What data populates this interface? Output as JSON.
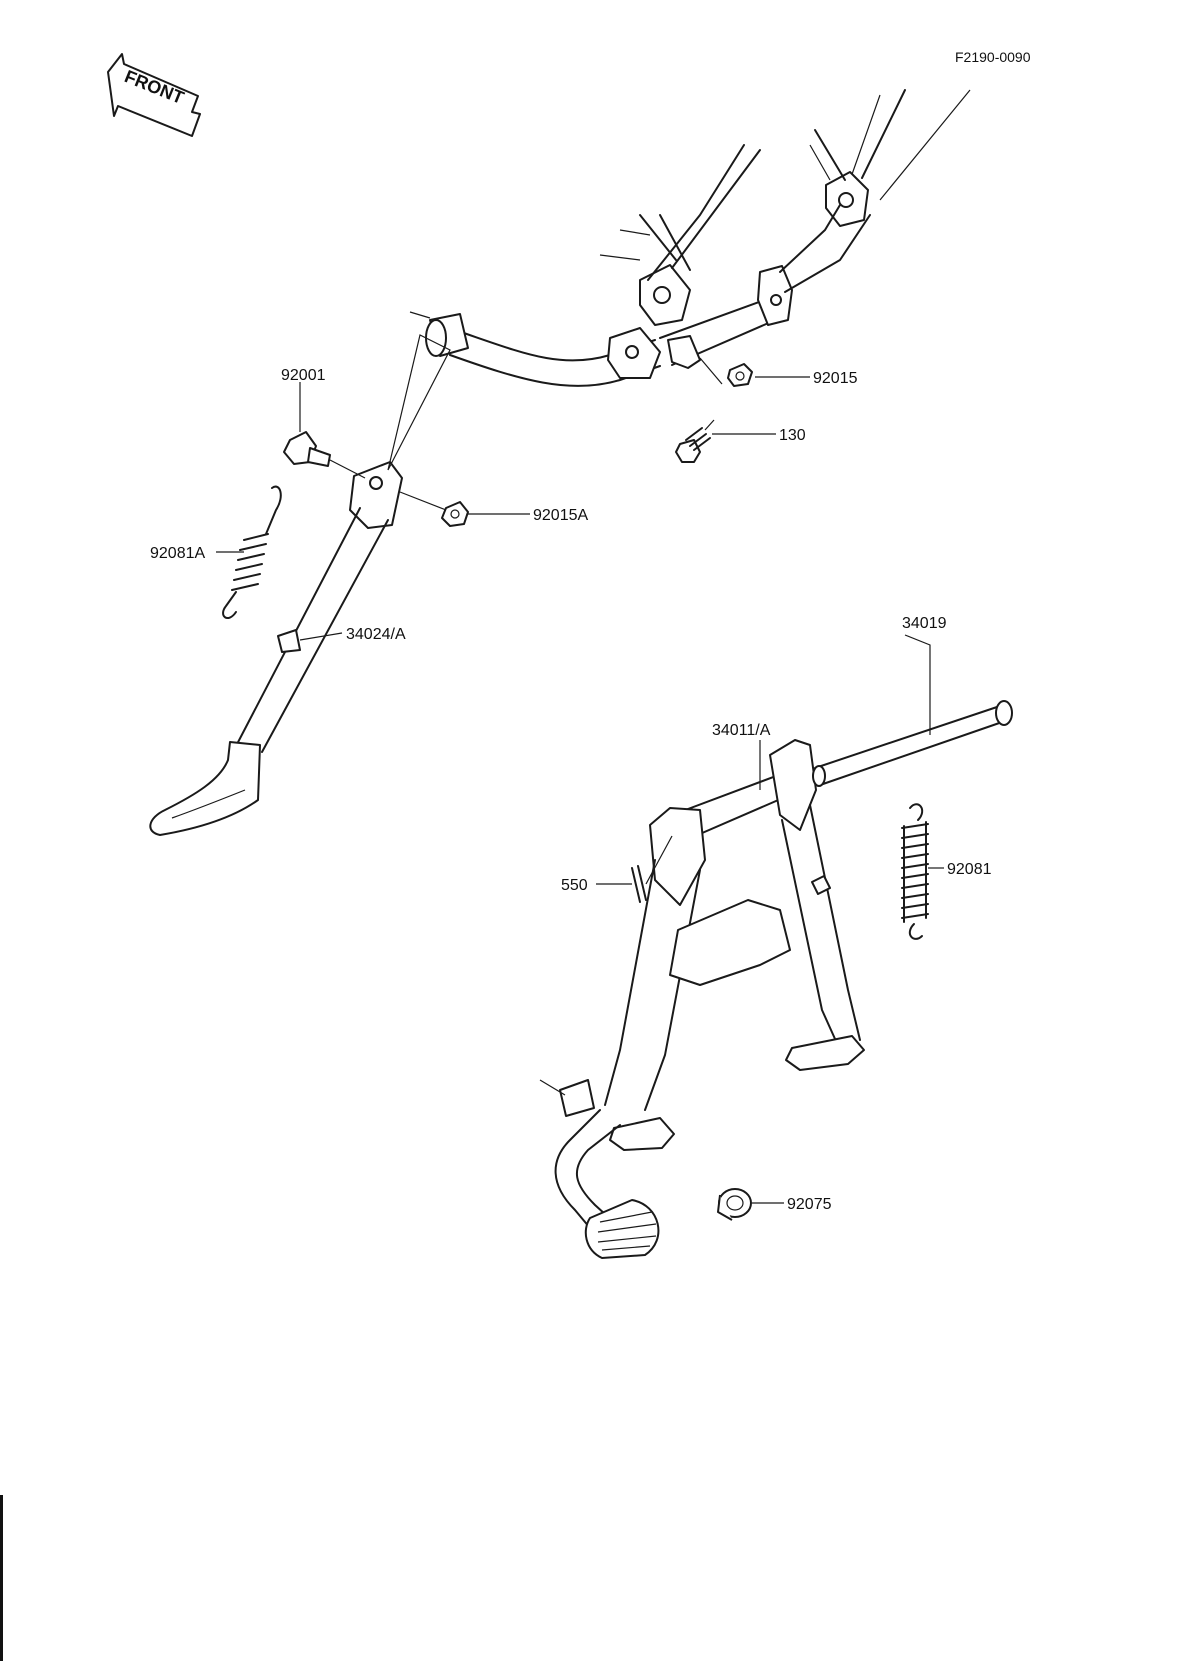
{
  "drawing_code": "F2190-0090",
  "front_marker": "FRONT",
  "parts": [
    {
      "id": "p92001",
      "label": "92001"
    },
    {
      "id": "p92015",
      "label": "92015"
    },
    {
      "id": "p130",
      "label": "130"
    },
    {
      "id": "p92015A",
      "label": "92015A"
    },
    {
      "id": "p92081A",
      "label": "92081A"
    },
    {
      "id": "p34024A",
      "label": "34024/A"
    },
    {
      "id": "p34019",
      "label": "34019"
    },
    {
      "id": "p34011A",
      "label": "34011/A"
    },
    {
      "id": "p550",
      "label": "550"
    },
    {
      "id": "p92081",
      "label": "92081"
    },
    {
      "id": "p92075",
      "label": "92075"
    }
  ]
}
